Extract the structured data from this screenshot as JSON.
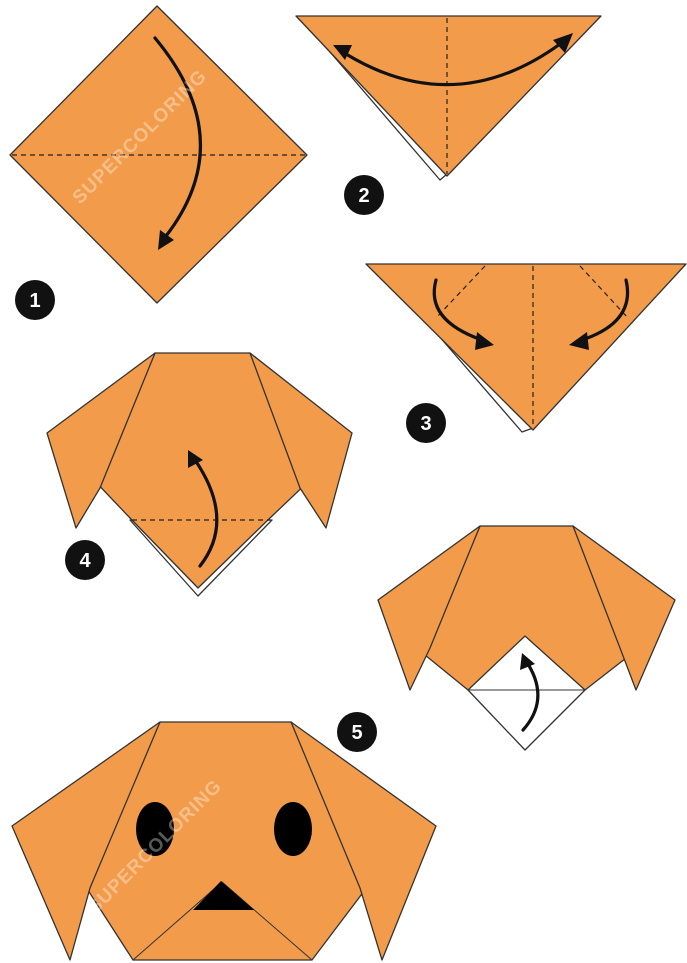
{
  "colors": {
    "paper": "#F29B4A",
    "outline": "#333333",
    "arrow": "#111111",
    "badge": "#111111",
    "background": "#FFFFFF"
  },
  "steps": [
    {
      "number": "1"
    },
    {
      "number": "2"
    },
    {
      "number": "3"
    },
    {
      "number": "4"
    },
    {
      "number": "5"
    }
  ],
  "watermark": "SUPERCOLORING"
}
